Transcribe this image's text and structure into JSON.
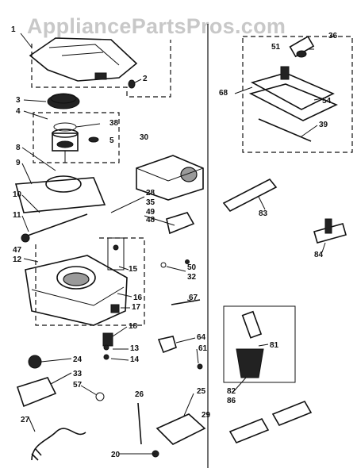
{
  "watermark": "AppliancePartsPros.com",
  "labels": {
    "p1": "1",
    "p2": "2",
    "p3": "3",
    "p4": "4",
    "p5": "5",
    "p8": "8",
    "p9": "9",
    "p10": "10",
    "p11": "11",
    "p12": "12",
    "p13": "13",
    "p14": "14",
    "p15": "15",
    "p16": "16",
    "p17": "17",
    "p18": "18",
    "p20": "20",
    "p24": "24",
    "p25": "25",
    "p26": "26",
    "p27": "27",
    "p28": "28",
    "p29": "29",
    "p30": "30",
    "p32": "32",
    "p33": "33",
    "p35": "35",
    "p36": "36",
    "p38": "38",
    "p39": "39",
    "p47": "47",
    "p48": "48",
    "p49": "49",
    "p50": "50",
    "p51": "51",
    "p54": "54",
    "p57": "57",
    "p61": "61",
    "p64": "64",
    "p67": "67",
    "p68": "68",
    "p81": "81",
    "p82": "82",
    "p83": "83",
    "p84": "84",
    "p86": "86"
  }
}
